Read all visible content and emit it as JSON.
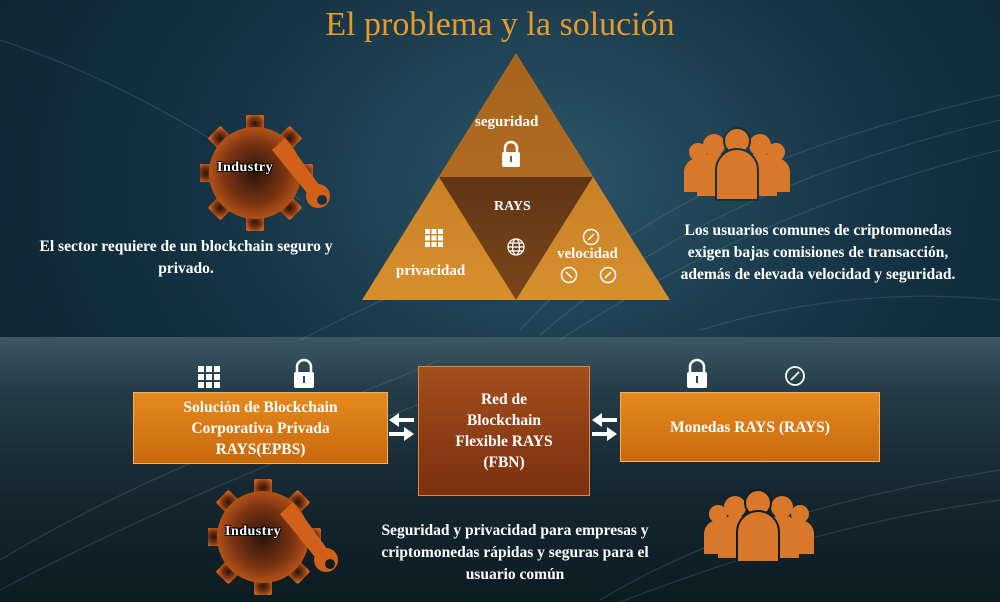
{
  "title": "El problema y la solución",
  "triangle": {
    "top": "seguridad",
    "center": "RAYS",
    "left": "privacidad",
    "right": "velocidad"
  },
  "left_text": "El sector requiere de un blockchain seguro y privado.",
  "right_text": "Los usuarios comunes de criptomonedas exigen bajas comisiones de transacción, además de elevada velocidad y seguridad.",
  "boxes": {
    "left": "Solución de Blockchain Corporativa Privada RAYS(EPBS)",
    "center": "Red de Blockchain Flexible RAYS (FBN)",
    "right": "Monedas RAYS (RAYS)"
  },
  "bottom_text": "Seguridad y privacidad para empresas y criptomonedas rápidas y seguras para el usuario común",
  "gear_label": "Industry",
  "colors": {
    "title": "#e59a2a",
    "triangle_light": "#c57f22",
    "triangle_dark": "#6e3d16",
    "box_orange": "#dd7d18",
    "box_brown": "#8c3c15",
    "icon": "#d9772a"
  },
  "icons": [
    "gear-wrench-icon",
    "people-group-icon",
    "lock-icon",
    "grid-icon",
    "globe-icon",
    "speedometer-icon",
    "double-arrow-icon"
  ]
}
